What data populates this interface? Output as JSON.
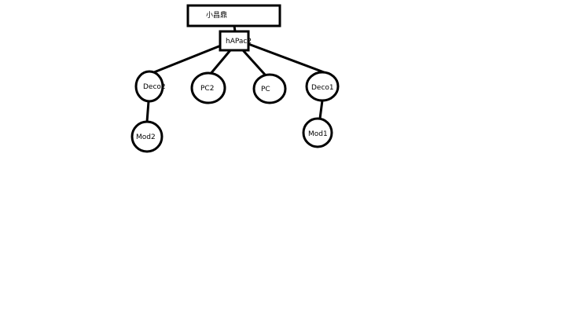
{
  "diagram": {
    "root": {
      "label": "小昌鼎"
    },
    "hub": {
      "label": "hAPac2"
    },
    "deco2": {
      "label": "Deco2"
    },
    "pc2": {
      "label": "PC2"
    },
    "pc": {
      "label": "PC"
    },
    "deco1": {
      "label": "Deco1"
    },
    "mod2": {
      "label": "Mod2"
    },
    "mod1": {
      "label": "Mod1"
    }
  },
  "colors": {
    "stroke": "#000000",
    "background": "#ffffff"
  }
}
